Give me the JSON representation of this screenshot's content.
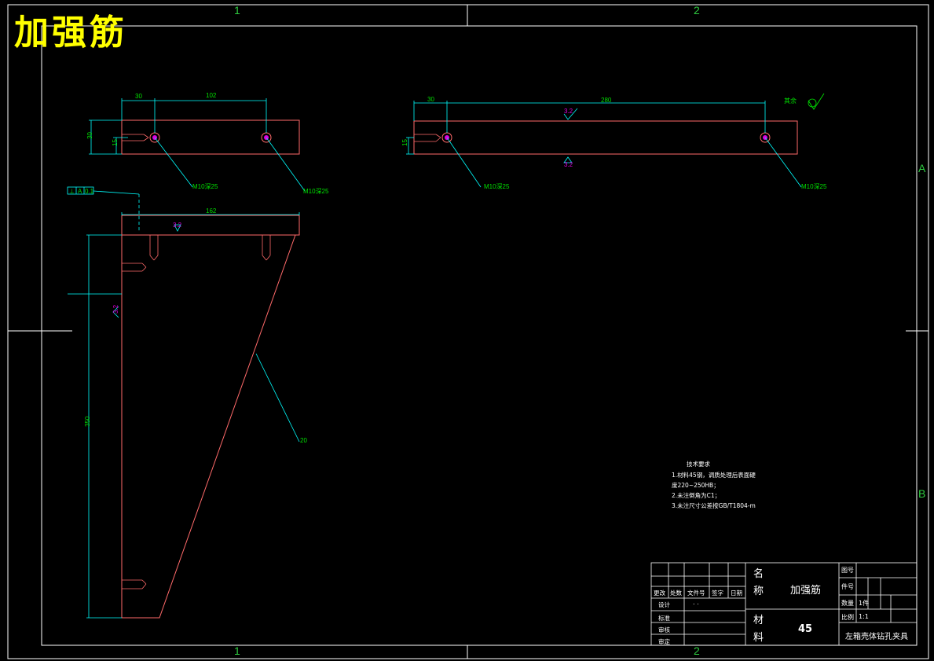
{
  "drawing": {
    "title": "加强筋",
    "zone_top": [
      "1",
      "2"
    ],
    "zone_bottom": [
      "1",
      "2"
    ],
    "zone_right": [
      "A",
      "B"
    ],
    "colors": {
      "border": "#ffffff",
      "part": "#ff6a6a",
      "dimension": "#00ffff",
      "dimension_text": "#00e000",
      "roughness": "#e000e0",
      "title": "#ffff00"
    }
  },
  "view_top_left": {
    "dims": {
      "d30": "30",
      "d102": "102",
      "d30v": "30",
      "d15": "15"
    },
    "callouts": [
      "M10深25",
      "M10深25"
    ]
  },
  "view_top_right": {
    "dims": {
      "d30": "30",
      "d280": "280",
      "d15": "15"
    },
    "roughness": [
      "3.2",
      "3.2"
    ],
    "callouts": [
      "M10深25",
      "M10深25"
    ],
    "other_symbol": "其余"
  },
  "view_front": {
    "datum_frame": [
      "⊥",
      "A",
      "0.1"
    ],
    "dims": {
      "d162": "162",
      "d350": "350"
    },
    "roughness": [
      "3.2",
      "3.2"
    ],
    "callout": "20"
  },
  "notes": {
    "heading": "技术要求",
    "lines": [
      "1.材料45钢，调质处理后表面硬",
      "度220~250HB；",
      "2.未注倒角为C1；",
      "3.未注尺寸公差按GB/T1804-m"
    ]
  },
  "title_block": {
    "name_label": "名 称",
    "name_value": "加强筋",
    "material_label": "材 料",
    "material_value": "45",
    "drawing_no_label": "图号",
    "part_no_label": "件号",
    "quantity_label": "数量",
    "quantity_value": "1件",
    "scale_label": "比例",
    "scale_value": "1:1",
    "assembly": "左箱壳体钻孔夹具",
    "revision_headers": [
      "更改",
      "处数",
      "文件号",
      "签字",
      "日期"
    ],
    "sign_rows": [
      "设计",
      "标准",
      "审核",
      "审定"
    ],
    "sign_value": ". ."
  }
}
